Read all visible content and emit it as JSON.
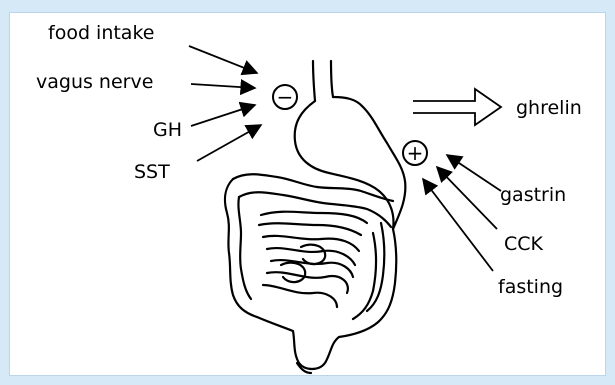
{
  "colors": {
    "frame_background": "#d6e9f7",
    "ink": "#000000",
    "paper": "#ffffff"
  },
  "inhibitors": {
    "sign": "−",
    "items": [
      {
        "label": "food intake"
      },
      {
        "label": "vagus nerve"
      },
      {
        "label": "GH"
      },
      {
        "label": "SST"
      }
    ]
  },
  "stimulators": {
    "sign": "+",
    "items": [
      {
        "label": "gastrin"
      },
      {
        "label": "CCK"
      },
      {
        "label": "fasting"
      }
    ]
  },
  "output": {
    "label": "ghrelin"
  },
  "figure": {
    "subject": "stomach-and-intestines-drawing"
  }
}
